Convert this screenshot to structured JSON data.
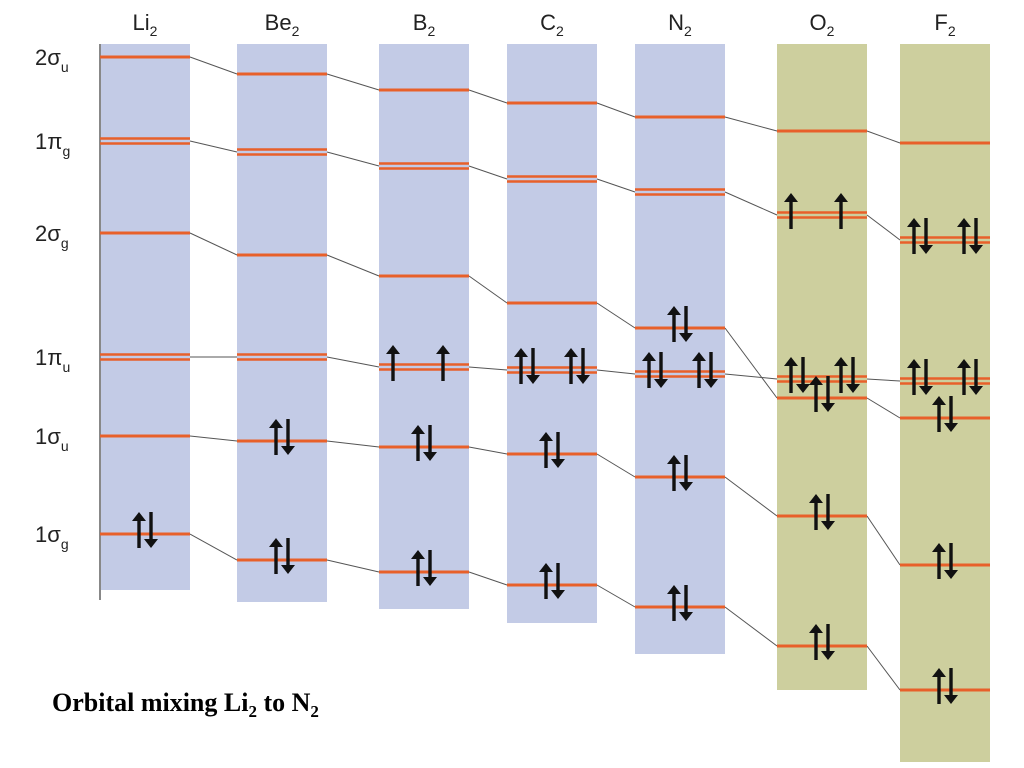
{
  "colors": {
    "mix_column": "#c3cbe6",
    "nomix_column": "#cdcf9e",
    "level": "#e8602a",
    "connector": "#555555",
    "axis": "#888888",
    "arrow": "#111111"
  },
  "row_labels": [
    {
      "symbol": "σ",
      "prefix": "2",
      "sub": "u"
    },
    {
      "symbol": "π",
      "prefix": "1",
      "sub": "g"
    },
    {
      "symbol": "σ",
      "prefix": "2",
      "sub": "g"
    },
    {
      "symbol": "π",
      "prefix": "1",
      "sub": "u"
    },
    {
      "symbol": "σ",
      "prefix": "1",
      "sub": "u"
    },
    {
      "symbol": "σ",
      "prefix": "1",
      "sub": "g"
    }
  ],
  "molecules": [
    {
      "base": "Li",
      "sub": "2",
      "mixing": true,
      "electrons": {
        "s1g": 2,
        "s1u": 0,
        "p1u": 0,
        "s2g": 0,
        "p1g": 0,
        "s2u": 0
      }
    },
    {
      "base": "Be",
      "sub": "2",
      "mixing": true,
      "electrons": {
        "s1g": 2,
        "s1u": 2,
        "p1u": 0,
        "s2g": 0,
        "p1g": 0,
        "s2u": 0
      }
    },
    {
      "base": "B",
      "sub": "2",
      "mixing": true,
      "electrons": {
        "s1g": 2,
        "s1u": 2,
        "p1u": 2,
        "s2g": 0,
        "p1g": 0,
        "s2u": 0
      }
    },
    {
      "base": "C",
      "sub": "2",
      "mixing": true,
      "electrons": {
        "s1g": 2,
        "s1u": 2,
        "p1u": 4,
        "s2g": 0,
        "p1g": 0,
        "s2u": 0
      }
    },
    {
      "base": "N",
      "sub": "2",
      "mixing": true,
      "electrons": {
        "s1g": 2,
        "s1u": 2,
        "p1u": 4,
        "s2g": 2,
        "p1g": 0,
        "s2u": 0
      }
    },
    {
      "base": "O",
      "sub": "2",
      "mixing": false,
      "electrons": {
        "s1g": 2,
        "s1u": 2,
        "s2g": 2,
        "p1u": 4,
        "p1g": 2,
        "s2u": 0
      }
    },
    {
      "base": "F",
      "sub": "2",
      "mixing": false,
      "electrons": {
        "s1g": 2,
        "s1u": 2,
        "s2g": 2,
        "p1u": 4,
        "p1g": 4,
        "s2u": 0
      }
    }
  ],
  "caption": {
    "prefix": "Orbital mixing Li",
    "sub1": "2",
    "middle": " to N",
    "sub2": "2"
  }
}
